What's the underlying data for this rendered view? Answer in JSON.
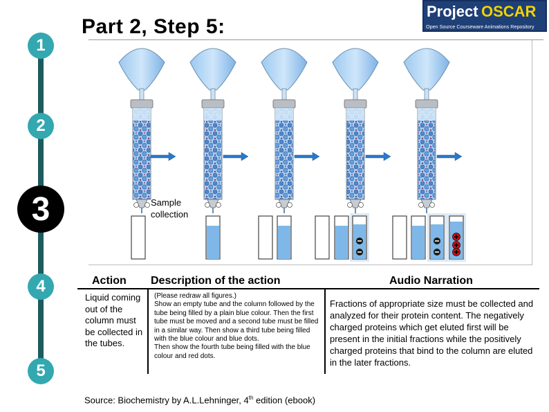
{
  "nav": {
    "steps": [
      "1",
      "2",
      "3",
      "4",
      "5"
    ],
    "current_step": "3",
    "accent_color": "#33a8b0",
    "line_color": "#1e5b5f"
  },
  "page_title": "Part 2, Step 5:",
  "logo": {
    "word1": "Project",
    "word2": "OSCAR",
    "tagline": "Open Source Courseware Animations Repository"
  },
  "figure": {
    "sample_label": "Sample collection",
    "colors": {
      "liquid": "#7fb8e8",
      "bead": "#5a8fd0",
      "protein_neg": "#1a1a1a",
      "protein_pos": "#cc1111",
      "arrow": "#2a78c8"
    }
  },
  "table": {
    "headers": {
      "action": "Action",
      "description": "Description of the action",
      "audio": "Audio Narration"
    },
    "action": "Liquid coming out of the column must be collected in the tubes.",
    "description": "(Please redraw all figures.)\nShow an empty tube and the column followed by the tube being filled by a plain blue colour. Then the first tube must be moved and a second tube must be filled in a similar way. Then show a third tube being filled with the blue colour and blue dots.\nThen show the fourth tube being filled with the blue colour and red dots.",
    "audio": "Fractions of appropriate size must be collected and analyzed for their protein content. The negatively charged proteins which get eluted first will be present in the initial fractions while the positively charged proteins that bind to the column are eluted in the later fractions."
  },
  "source": {
    "prefix": "Source: Biochemistry by A.L.Lehninger, 4",
    "sup": "th",
    "suffix": " edition (ebook)"
  }
}
